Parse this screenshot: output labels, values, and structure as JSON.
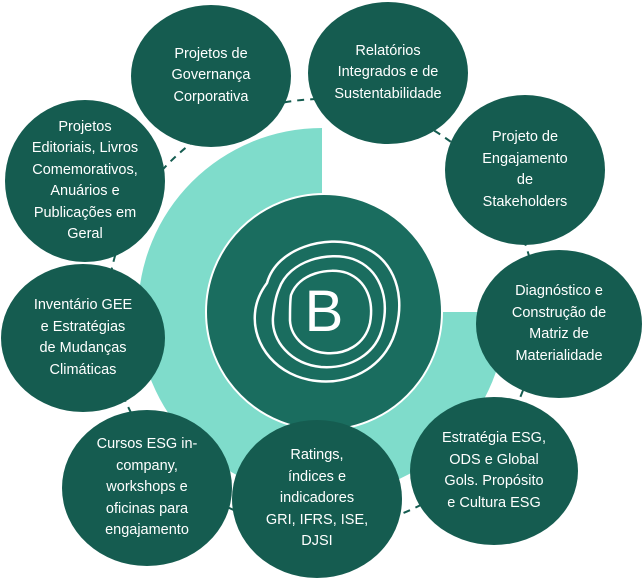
{
  "colors": {
    "node": "#155c50",
    "center": "#1a6d5f",
    "ring": "#7fdccb",
    "connector": "#155c50"
  },
  "center": {
    "icon": "b-logo-icon",
    "letter": "B"
  },
  "nodes": [
    {
      "id": "projetos-governanca",
      "label": "Projetos de\nGovernança\nCorporativa"
    },
    {
      "id": "relatorios-integrados",
      "label": "Relatórios\nIntegrados e de\nSustentabilidade"
    },
    {
      "id": "engajamento-stakeholders",
      "label": "Projeto de\nEngajamento\nde\nStakeholders"
    },
    {
      "id": "matriz-materialidade",
      "label": "Diagnóstico e\nConstrução de\nMatriz de\nMaterialidade"
    },
    {
      "id": "estrategia-esg",
      "label": "Estratégia ESG,\nODS e Global\nGols. Propósito\ne Cultura ESG"
    },
    {
      "id": "ratings-indices",
      "label": "Ratings,\níndices e\nindicadores\nGRI, IFRS, ISE,\nDJSI"
    },
    {
      "id": "cursos-esg",
      "label": "Cursos ESG in-\ncompany,\nworkshops e\noficinas para\nengajamento"
    },
    {
      "id": "inventario-gee",
      "label": "Inventário GEE\ne Estratégias\nde Mudanças\nClimáticas"
    },
    {
      "id": "projetos-editoriais",
      "label": "Projetos\nEditoriais, Livros\nComemorativos,\nAnuários e\nPublicações em\nGeral"
    }
  ]
}
